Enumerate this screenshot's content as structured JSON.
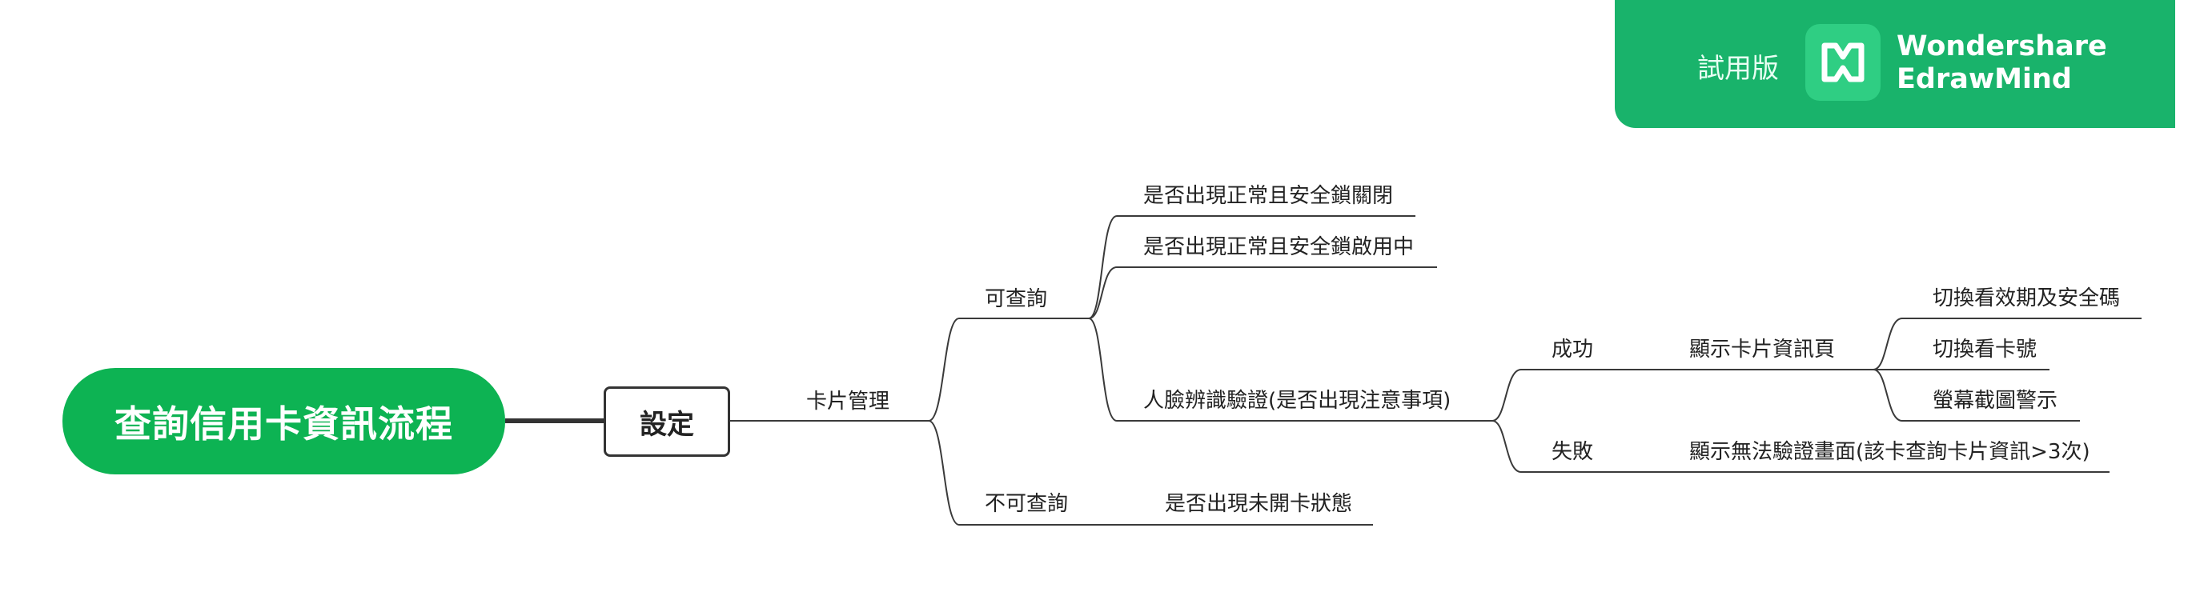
{
  "watermark": {
    "trial_label": "試用版",
    "brand_line1": "Wondershare",
    "brand_line2": "EdrawMind"
  },
  "mindmap": {
    "root": "查詢信用卡資訊流程",
    "setting": "設定",
    "card_management": "卡片管理",
    "queryable": "可查詢",
    "not_queryable": "不可查詢",
    "check_lock_closed": "是否出現正常且安全鎖關閉",
    "check_lock_enabled": "是否出現正常且安全鎖啟用中",
    "face_verify": "人臉辨識驗證(是否出現注意事項)",
    "check_not_activated": "是否出現未開卡狀態",
    "success": "成功",
    "failure": "失敗",
    "show_card_info_page": "顯示卡片資訊頁",
    "show_verify_fail_page": "顯示無法驗證畫面(該卡查詢卡片資訊>3次)",
    "toggle_expiry_cvv": "切換看效期及安全碼",
    "toggle_card_number": "切換看卡號",
    "screenshot_warning": "螢幕截圖警示"
  },
  "colors": {
    "root_fill": "#0db353",
    "watermark_fill": "#19b36b",
    "line": "#333333"
  }
}
